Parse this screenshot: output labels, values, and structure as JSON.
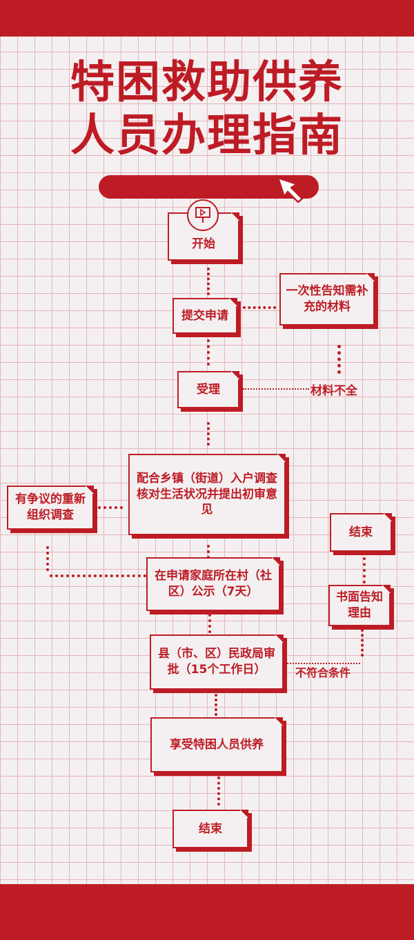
{
  "title": {
    "line1": "特困救助供养",
    "line2": "人员办理指南"
  },
  "flow": {
    "start": "开始",
    "submit": "提交申请",
    "supplement": "一次性告知需补充的材料",
    "accept": "受理",
    "incomplete": "材料不全",
    "investigate": "配合乡镇（街道）入户调查核对生活状况并提出初审意见",
    "dispute": "有争议的重新组织调查",
    "publicity": "在申请家庭所在村（社区）公示（7天）",
    "approval": "县（市、区）民政局审批（15个工作日）",
    "not_qualified": "不符合条件",
    "notify_reason": "书面告知理由",
    "end_right": "结束",
    "enjoy": "享受特困人员供养",
    "end": "结束"
  },
  "colors": {
    "brand": "#bd1c25",
    "grid": "#e6b3b8",
    "paper": "#f4f0f1"
  },
  "icons": {
    "start": "video-play-icon",
    "cursor": "cursor-arrow-icon"
  }
}
